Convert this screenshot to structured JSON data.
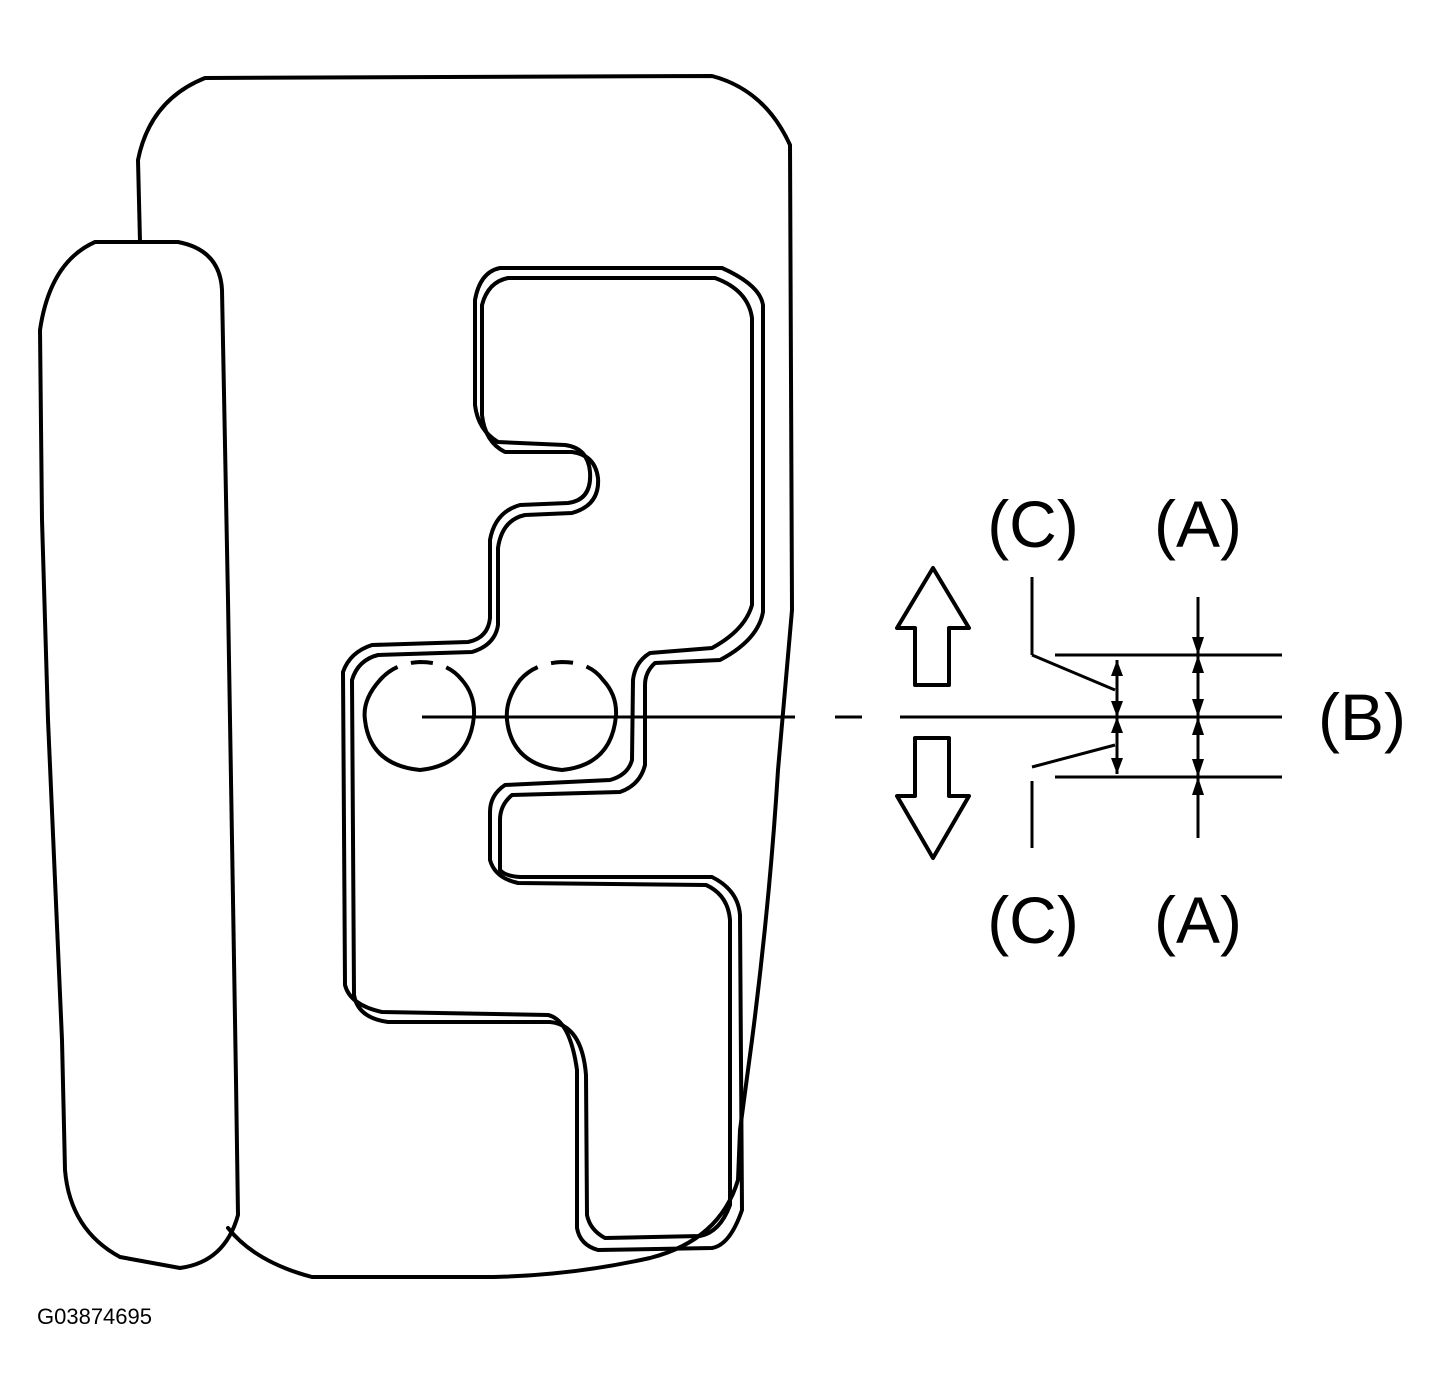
{
  "callouts": {
    "c_top": "(C)",
    "a_top": "(A)",
    "b": "(B)",
    "c_bottom": "(C)",
    "a_bottom": "(A)"
  },
  "figure_code": "G03874695",
  "colors": {
    "line": "#000000",
    "background": "#ffffff"
  }
}
